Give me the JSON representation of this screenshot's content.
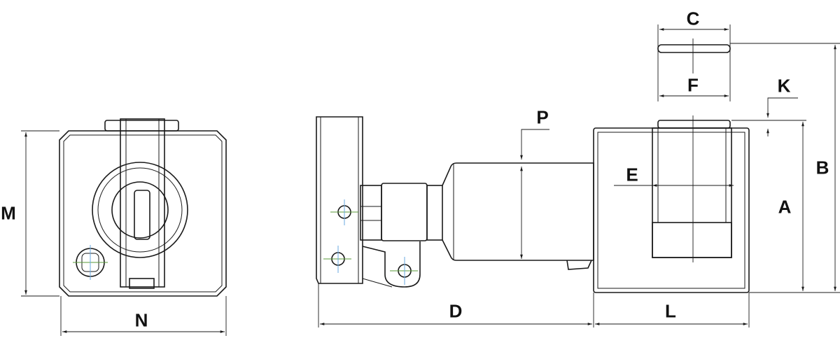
{
  "labels": {
    "M": "M",
    "N": "N",
    "P": "P",
    "D": "D",
    "C": "C",
    "F": "F",
    "K": "K",
    "E": "E",
    "B": "B",
    "A": "A",
    "L": "L"
  },
  "colors": {
    "line": "#1a1a1a",
    "center_h": "#5a9a3a",
    "center_v": "#6aaae0"
  }
}
